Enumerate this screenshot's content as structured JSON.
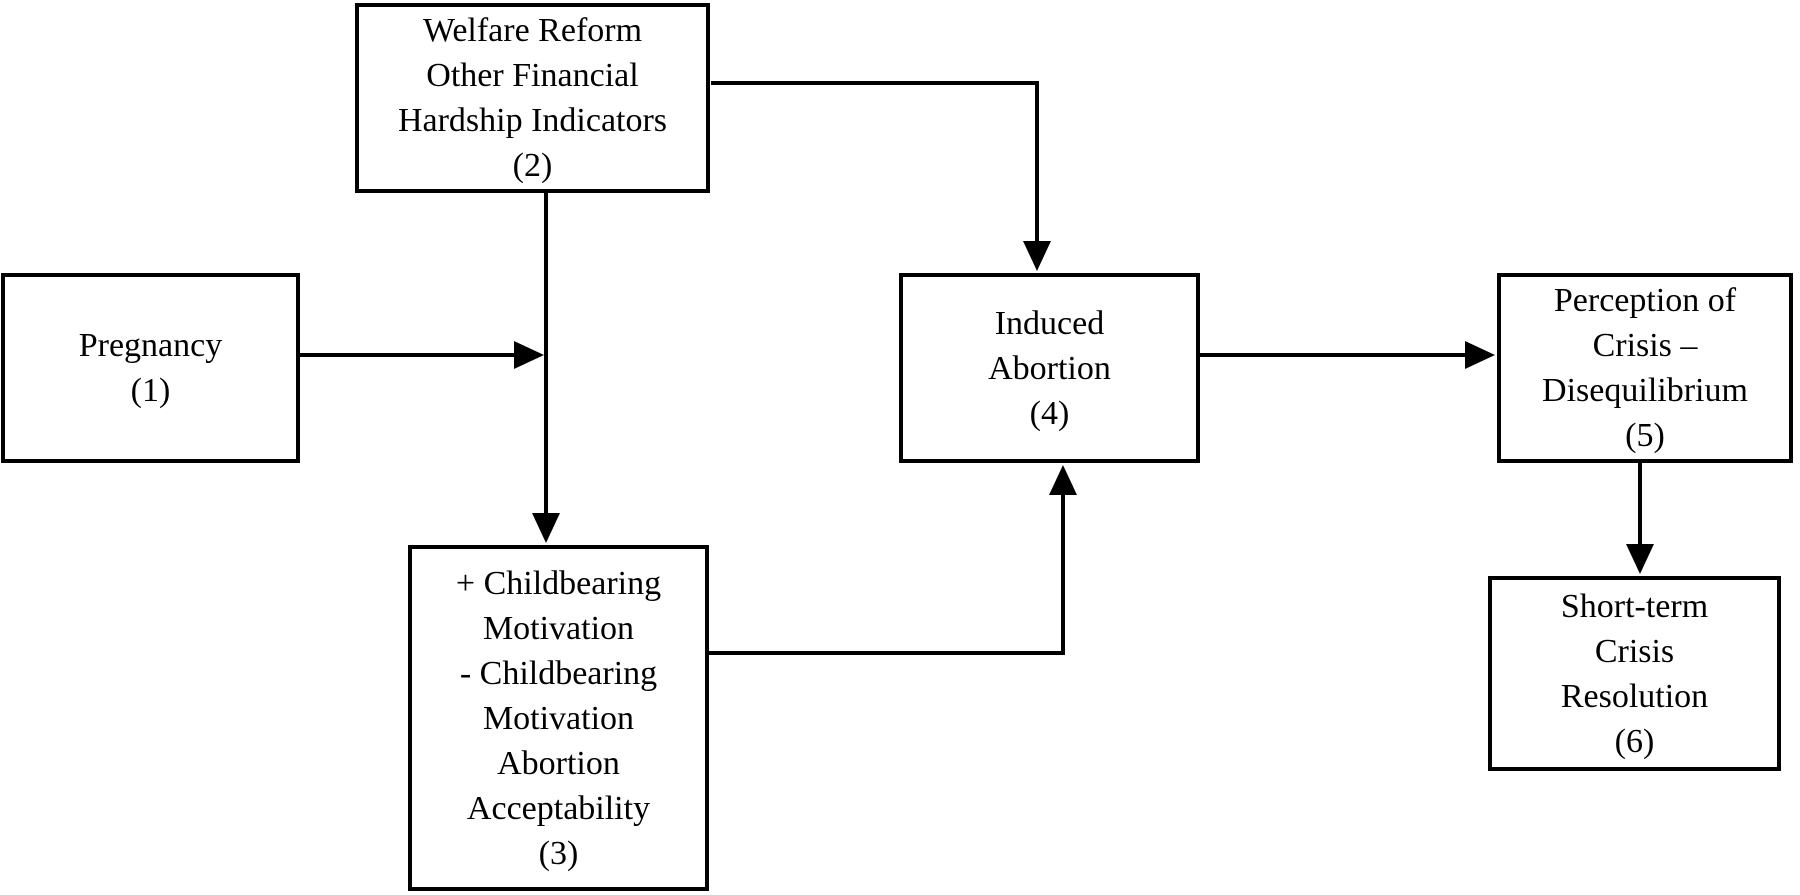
{
  "diagram": {
    "type": "flowchart",
    "colors": {
      "background": "#ffffff",
      "line": "#000000",
      "text": "#000000",
      "node_fill": "#ffffff",
      "node_border": "#000000"
    },
    "nodes": {
      "pregnancy": {
        "number": "1",
        "label": "Pregnancy (1)",
        "lines": [
          "Pregnancy",
          "(1)"
        ]
      },
      "welfare": {
        "number": "2",
        "label": "Welfare Reform Other Financial Hardship Indicators (2)",
        "lines": [
          "Welfare Reform",
          "Other Financial",
          "Hardship Indicators",
          "(2)"
        ]
      },
      "motivation": {
        "number": "3",
        "label": "+ Childbearing Motivation - Childbearing Motivation Abortion Acceptability (3)",
        "lines": [
          "+ Childbearing",
          "Motivation",
          "- Childbearing",
          "Motivation",
          "Abortion",
          "Acceptability",
          "(3)"
        ]
      },
      "induced_abortion": {
        "number": "4",
        "label": "Induced Abortion (4)",
        "lines": [
          "Induced",
          "Abortion",
          "(4)"
        ]
      },
      "perception": {
        "number": "5",
        "label": "Perception of Crisis – Disequilibrium (5)",
        "lines": [
          "Perception of",
          "Crisis –",
          "Disequilibrium",
          "(5)"
        ]
      },
      "resolution": {
        "number": "6",
        "label": "Short-term Crisis Resolution (6)",
        "lines": [
          "Short-term",
          "Crisis",
          "Resolution",
          "(6)"
        ]
      }
    },
    "edges": [
      {
        "from": "2",
        "to": "4",
        "style": "elbow right-then-down, arrowhead into top of box 4"
      },
      {
        "from": "2",
        "to": "3",
        "style": "straight down, arrowhead into top of box 3"
      },
      {
        "from": "1",
        "to": "line 2-3",
        "style": "straight right, arrowhead into the vertical 2-3 connector"
      },
      {
        "from": "3",
        "to": "4",
        "style": "elbow right-then-up, arrowhead into bottom of box 4"
      },
      {
        "from": "4",
        "to": "5",
        "style": "straight right, arrowhead into left of box 5"
      },
      {
        "from": "5",
        "to": "6",
        "style": "straight down, arrowhead into top of box 6"
      }
    ]
  }
}
